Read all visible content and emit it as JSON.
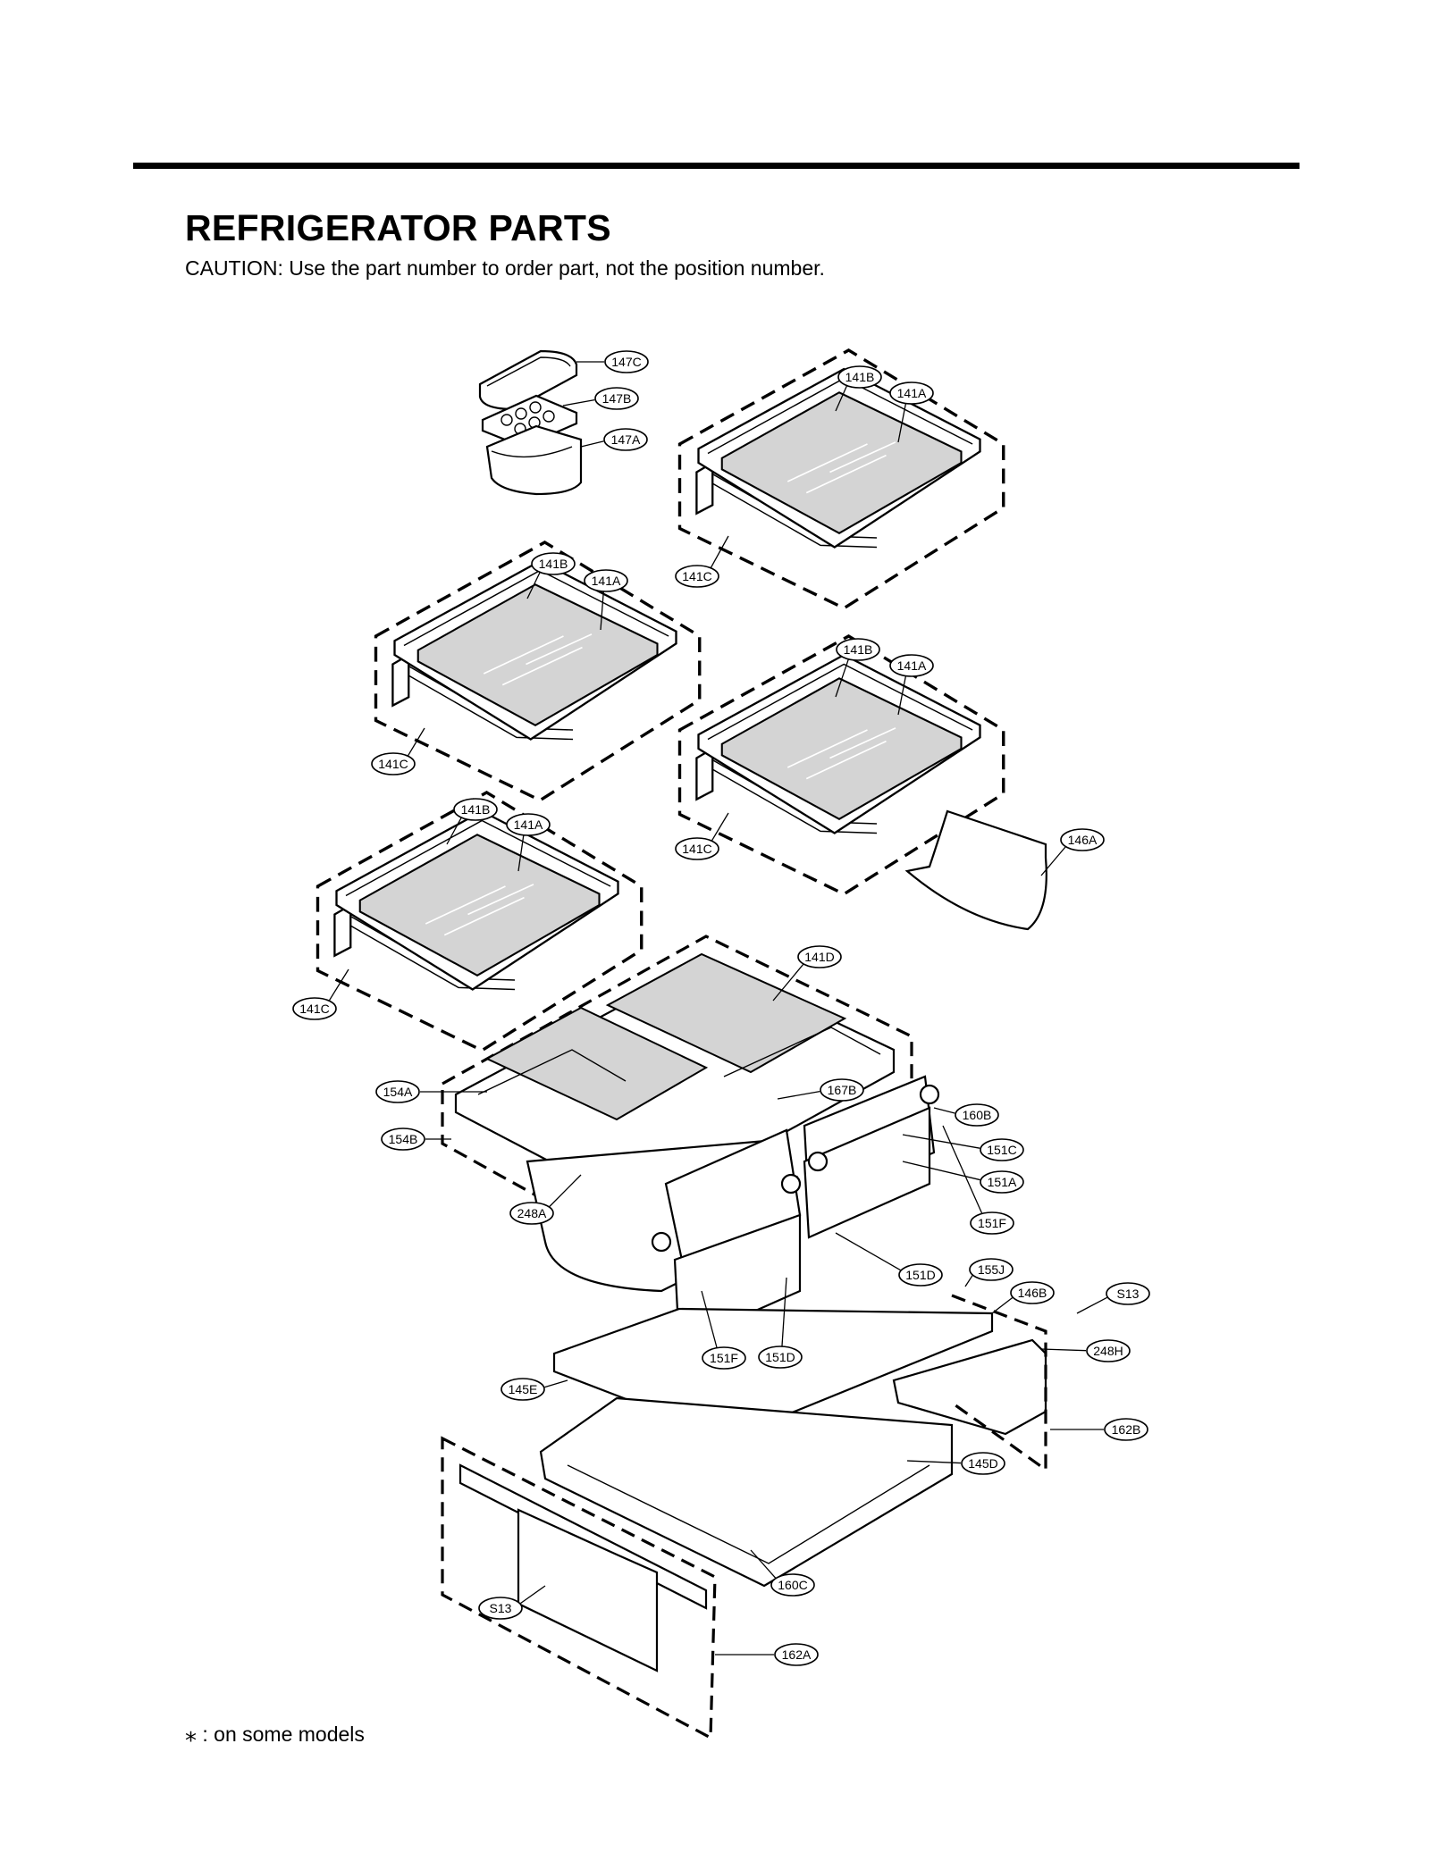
{
  "page": {
    "title": "REFRIGERATOR PARTS",
    "caution": "CAUTION: Use the part number to order part, not the position number.",
    "footnote_symbol": "⁎",
    "footnote_text": ": on some models"
  },
  "callouts": [
    "147C",
    "147B",
    "147A",
    "141B",
    "141A",
    "141C",
    "141B",
    "141A",
    "141C",
    "141B",
    "141A",
    "141C",
    "146A",
    "141B",
    "141A",
    "141C",
    "141D",
    "167B",
    "154A",
    "154B",
    "160B",
    "151C",
    "151A",
    "151F",
    "248A",
    "151D",
    "155J",
    "146B",
    "S13",
    "248H",
    "151F",
    "151D",
    "145E",
    "162B",
    "145D",
    "160C",
    "S13",
    "162A"
  ]
}
